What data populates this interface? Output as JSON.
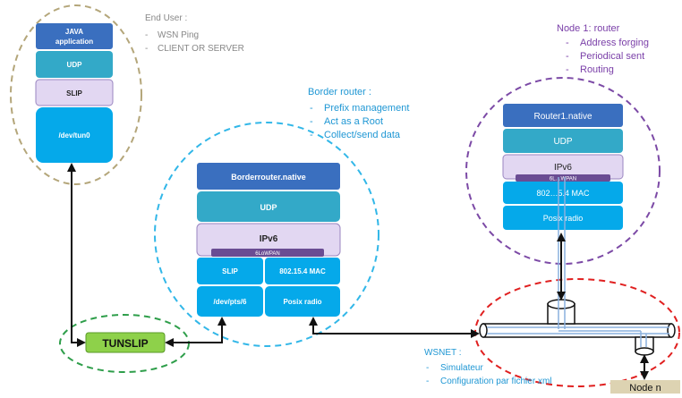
{
  "end_user": {
    "title": "End User :",
    "items": [
      "WSN Ping",
      "CLIENT OR SERVER"
    ],
    "stack": {
      "java": [
        "JAVA",
        "application"
      ],
      "udp": "UDP",
      "slip": "SLIP",
      "tun": "/dev/tun0"
    }
  },
  "border_router": {
    "title": "Border router :",
    "items": [
      "Prefix management",
      "Act as a Root",
      "Collect/send data"
    ],
    "stack": {
      "native": "Borderrouter.native",
      "udp": "UDP",
      "ipv6": "IPv6",
      "sixlowpan": "6LoWPAN",
      "slip": "SLIP",
      "mac": "802.15.4 MAC",
      "pts": "/dev/pts/6",
      "radio": "Posix radio"
    }
  },
  "router1": {
    "title": "Node 1: router",
    "items": [
      "Address forging",
      "Periodical sent",
      "Routing"
    ],
    "stack": {
      "native": "Router1.native",
      "udp": "UDP",
      "ipv6": "IPv6",
      "sixlowpan": "6L…WPAN",
      "mac": "802…5.4 MAC",
      "radio": "Posix radio"
    }
  },
  "tunslip": {
    "label": "TUNSLIP"
  },
  "wsnet": {
    "title": "WSNET :",
    "items": [
      "Simulateur",
      "Configuration par fichier xml"
    ]
  },
  "node_n": {
    "label": "Node n"
  },
  "colors": {
    "dark_blue": "#3a6fbf",
    "teal": "#33a9c8",
    "lilac": "#e2d7f2",
    "cyan": "#05a9ea",
    "label_blue": "#1f97d4",
    "label_purple": "#7a3fa8",
    "node_tan": "#ddd3b2"
  }
}
